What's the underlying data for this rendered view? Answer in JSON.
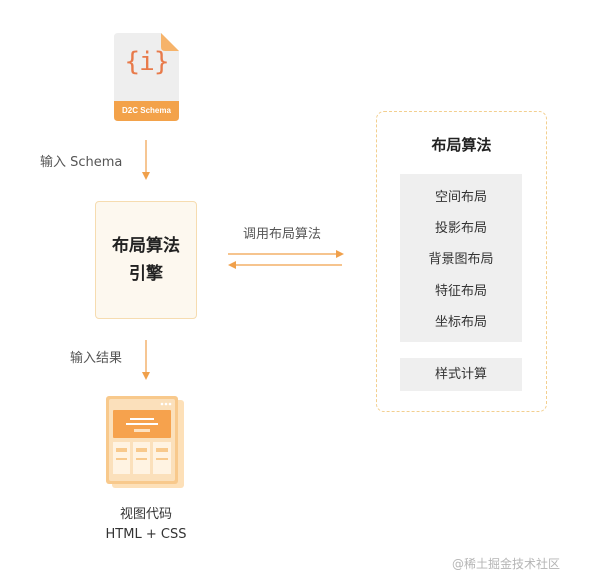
{
  "file_icon": {
    "badge": "D2C Schema",
    "glyph": "{i}"
  },
  "arrows": {
    "input_schema": "输入 Schema",
    "call_algorithm": "调用布局算法",
    "input_result": "输入结果"
  },
  "engine": {
    "line1": "布局算法",
    "line2": "引擎"
  },
  "algorithm_panel": {
    "title": "布局算法",
    "items": [
      "空间布局",
      "投影布局",
      "背景图布局",
      "特征布局",
      "坐标布局"
    ],
    "style_calc": "样式计算"
  },
  "output": {
    "line1": "视图代码",
    "line2": "HTML + CSS"
  },
  "watermark": "@稀土掘金技术社区",
  "colors": {
    "accent": "#f0a04b",
    "engine_bg": "#fdf8ef",
    "panel_border": "#f3cf8f",
    "item_bg": "#efefef"
  }
}
